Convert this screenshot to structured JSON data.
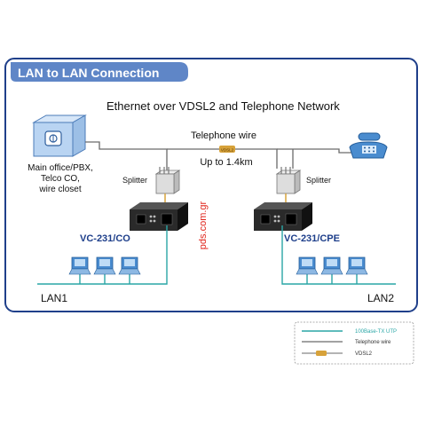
{
  "header": {
    "title": "LAN to LAN Connection"
  },
  "diagram": {
    "subtitle": "Ethernet over VDSL2 and Telephone Network",
    "phone_wire_label": "Telephone wire",
    "vdsl_tag": "VDSL2",
    "distance": "Up to 1.4km",
    "main_office": {
      "line1": "Main office/PBX,",
      "line2": "Telco CO,",
      "line3": "wire closet"
    },
    "splitter_left": "Splitter",
    "splitter_right": "Splitter",
    "device_left": "VC-231/CO",
    "device_right": "VC-231/CPE",
    "lan_left": "LAN1",
    "lan_right": "LAN2",
    "watermark": "pds.com.gr"
  },
  "legend": {
    "items": [
      {
        "label": "100Base-TX UTP",
        "color": "#2aa6a6"
      },
      {
        "label": "Telephone wire",
        "color": "#6a6a6a"
      },
      {
        "label": "VDSL2",
        "color": "#d7a23a"
      }
    ]
  },
  "colors": {
    "frame": "#1f3f8a",
    "header_bg": "#5f86c7",
    "utp": "#2aa6a6",
    "phone": "#6a6a6a",
    "vdsl": "#d7a23a",
    "device": "#222222",
    "pc": "#4a8ccf",
    "watermark": "#e0241b"
  }
}
